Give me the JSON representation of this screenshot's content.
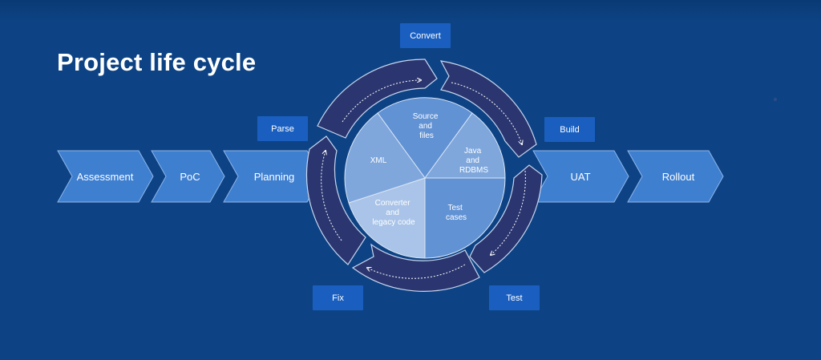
{
  "title": "Project life cycle",
  "left_steps": [
    "Assessment",
    "PoC",
    "Planning"
  ],
  "right_steps": [
    "UAT",
    "Rollout"
  ],
  "cycle_tags": {
    "convert": "Convert",
    "parse": "Parse",
    "build": "Build",
    "fix": "Fix",
    "test": "Test"
  },
  "pie": {
    "source": [
      "Source",
      "and",
      "files"
    ],
    "java": [
      "Java",
      "and",
      "RDBMS"
    ],
    "test": [
      "Test",
      "cases"
    ],
    "converter": [
      "Converter",
      "and",
      "legacy code"
    ],
    "xml": [
      "XML"
    ]
  },
  "colors": {
    "background": "#0d4384",
    "chevron": "#3e7fd0",
    "ring": "#2b3670",
    "pie_light": "#a9c4e8",
    "pie_mid": "#7fa7dc",
    "pie_dark": "#6192d4",
    "tag": "#1a5fc0"
  }
}
